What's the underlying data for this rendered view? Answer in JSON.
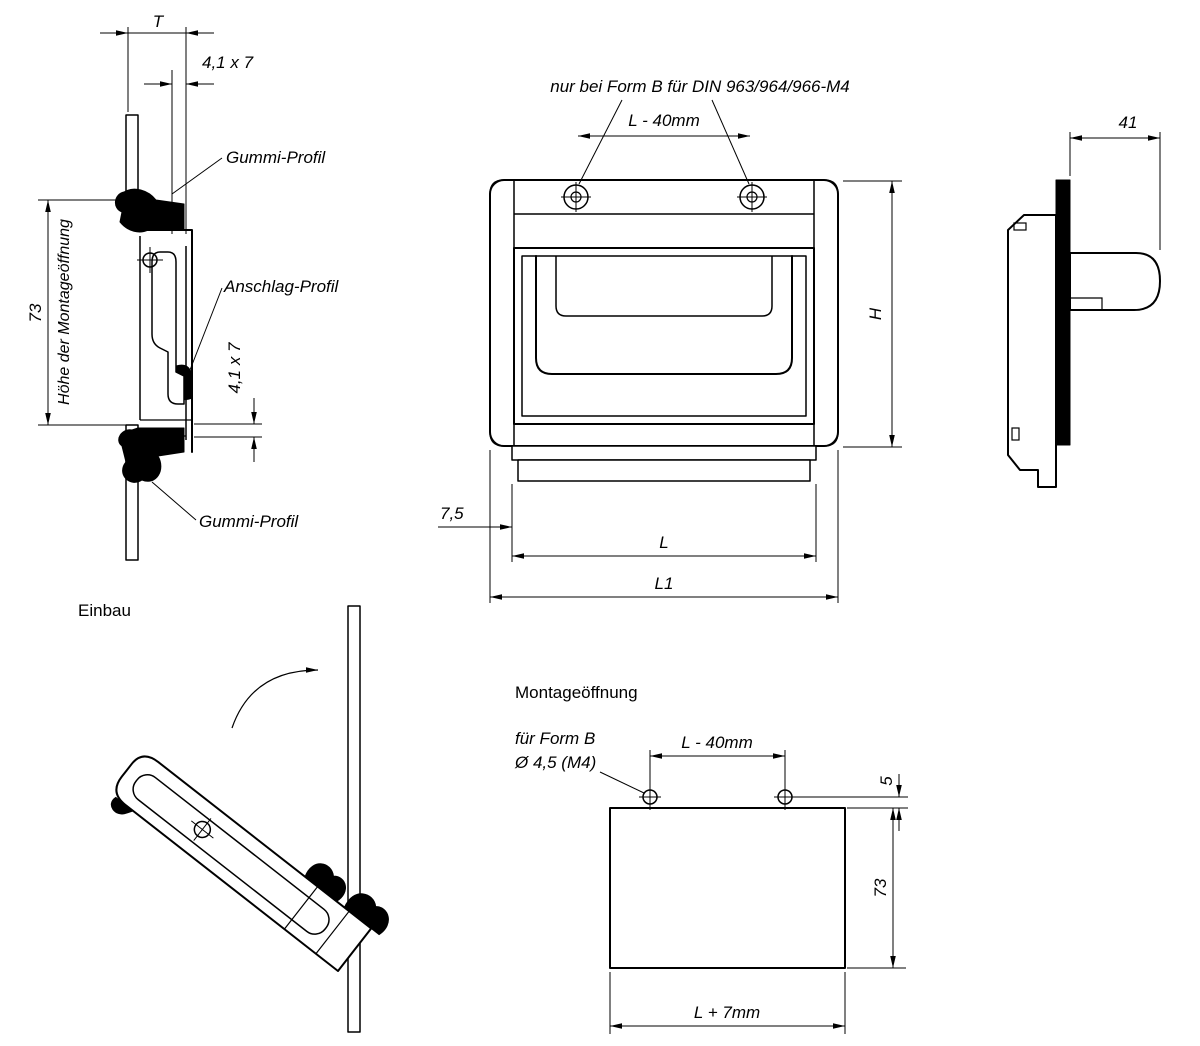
{
  "drawing": {
    "section_view": {
      "dim_t": "T",
      "dim_slot_top": "4,1 x 7",
      "label_gummi_top": "Gummi-Profil",
      "label_anschlag": "Anschlag-Profil",
      "dim_slot_bottom": "4,1 x 7",
      "dim_height": "73",
      "label_height": "Höhe der Montageöffnung",
      "label_gummi_bottom": "Gummi-Profil"
    },
    "front_view": {
      "note_form_b": "nur bei Form B für DIN 963/964/966-M4",
      "dim_screw_distance": "L - 40mm",
      "dim_height": "H",
      "dim_offset": "7,5",
      "dim_length": "L",
      "dim_total_length": "L1"
    },
    "side_view": {
      "dim_depth": "41"
    },
    "installation_view": {
      "title": "Einbau"
    },
    "mounting_view": {
      "title": "Montageöffnung",
      "note_form": "für Form B",
      "note_hole": "Ø 4,5 (M4)",
      "dim_hole_distance": "L - 40mm",
      "dim_edge_offset": "5",
      "dim_height": "73",
      "dim_width": "L + 7mm"
    }
  },
  "colors": {
    "line": "#000000",
    "background": "#ffffff"
  }
}
